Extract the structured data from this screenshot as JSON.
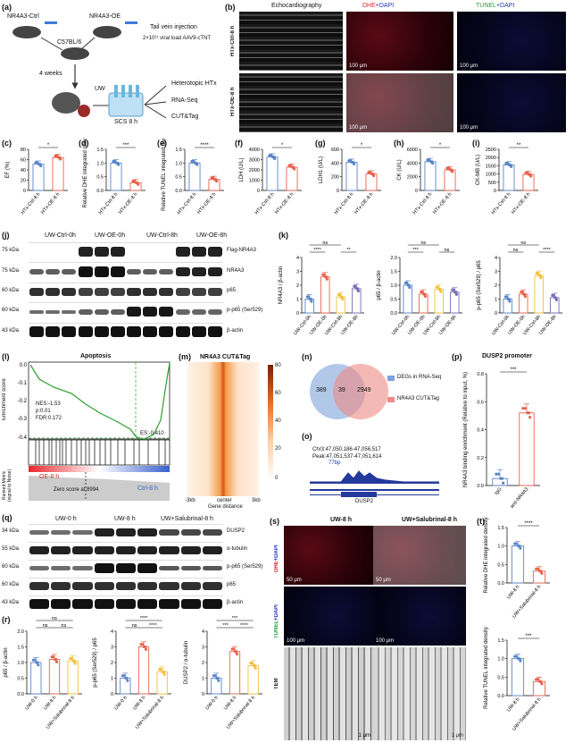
{
  "panel_labels": {
    "a": "(a)",
    "b": "(b)",
    "c": "(c)",
    "d": "(d)",
    "e": "(e)",
    "f": "(f)",
    "g": "(g)",
    "h": "(h)",
    "i": "(i)",
    "j": "(j)",
    "k": "(k)",
    "l": "(l)",
    "m": "(m)",
    "n": "(n)",
    "o": "(o)",
    "p": "(p)",
    "q": "(q)",
    "r": "(r)",
    "s": "(s)",
    "t": "(t)"
  },
  "panel_a": {
    "mouse1": "NR4A3-Ctrl",
    "mouse2": "NR4A3-OE",
    "strain": "C57BL/6",
    "injection": "Tail vein injection",
    "viral": "2×10¹¹ viral load AAV9-cTNT",
    "weeks": "4 weeks",
    "uw": "UW",
    "scs": "SCS 8 h",
    "out1": "Heterotopic HTx",
    "out2": "RNA-Seq",
    "out3": "CUT&Tag"
  },
  "panel_b": {
    "col1": "Echocardiography",
    "col2_a": "DHE",
    "col2_b": "+DAPI",
    "col3_a": "TUNEL",
    "col3_b": "+DAPI",
    "row1": "HTx-Ctrl-8 h",
    "row2": "HTx-OE-8 h",
    "scale": "100 μm"
  },
  "colors": {
    "ctrl": "#5b86c8",
    "oe": "#e8624f",
    "yellow": "#f2c13a",
    "purple": "#7b6bb5",
    "dhe": "#d9252b",
    "tunel": "#1f9e3a",
    "dapi": "#2232b8"
  },
  "chart_data": [
    {
      "id": "c",
      "type": "bar",
      "ylabel": "EF (%)",
      "ylim": [
        0,
        80
      ],
      "yticks": [
        "0",
        "20",
        "40",
        "60",
        "80"
      ],
      "categories": [
        "HTx-Ctrl-8 h",
        "HTx-OE-8 h"
      ],
      "values": [
        51,
        64
      ],
      "sig": "*"
    },
    {
      "id": "d",
      "type": "bar",
      "ylabel": "Relative DHE integrated density",
      "ylim": [
        0,
        1.5
      ],
      "yticks": [
        "0.0",
        "0.5",
        "1.0",
        "1.5"
      ],
      "categories": [
        "HTx-Ctrl-8 h",
        "HTx-OE-8 h"
      ],
      "values": [
        1.0,
        0.28
      ],
      "sig": "***"
    },
    {
      "id": "e",
      "type": "bar",
      "ylabel": "Relative TUNEL integrated density",
      "ylim": [
        0,
        1.5
      ],
      "yticks": [
        "0.0",
        "0.5",
        "1.0",
        "1.5"
      ],
      "categories": [
        "HTx-Ctrl-8 h",
        "HTx-OE-8 h"
      ],
      "values": [
        1.0,
        0.4
      ],
      "sig": "****"
    },
    {
      "id": "f",
      "type": "bar",
      "ylabel": "LDH (U/L)",
      "ylim": [
        0,
        4000
      ],
      "yticks": [
        "0",
        "1000",
        "2000",
        "3000",
        "4000"
      ],
      "categories": [
        "HTx-Ctrl-8 h",
        "HTx-OE-8 h"
      ],
      "values": [
        3250,
        2250
      ],
      "sig": "*"
    },
    {
      "id": "g",
      "type": "bar",
      "ylabel": "LDH1 (U/L)",
      "ylim": [
        0,
        600
      ],
      "yticks": [
        "0",
        "200",
        "400",
        "600"
      ],
      "categories": [
        "HTx-Ctrl-8 h",
        "HTx-OE-8 h"
      ],
      "values": [
        410,
        240
      ],
      "sig": "*"
    },
    {
      "id": "h",
      "type": "bar",
      "ylabel": "CK (U/L)",
      "ylim": [
        0,
        6000
      ],
      "yticks": [
        "0",
        "2000",
        "4000",
        "6000"
      ],
      "categories": [
        "HTx-Ctrl-8 h",
        "HTx-OE-8 h"
      ],
      "values": [
        4200,
        3000
      ],
      "sig": "*"
    },
    {
      "id": "i",
      "type": "bar",
      "ylabel": "CK-MB (U/L)",
      "ylim": [
        0,
        2500
      ],
      "yticks": [
        "0",
        "500",
        "1000",
        "1500",
        "2000",
        "2500"
      ],
      "categories": [
        "HTx-Ctrl-8 h",
        "HTx-OE-8 h"
      ],
      "values": [
        1550,
        970
      ],
      "sig": "**"
    },
    {
      "id": "k1",
      "type": "bar",
      "ylabel": "NR4A3 / β-actin",
      "ylim": [
        0,
        4
      ],
      "yticks": [
        "0",
        "1",
        "2",
        "3",
        "4"
      ],
      "categories": [
        "UW-Ctrl-0h",
        "UW-OE-0h",
        "UW-Ctrl-8h",
        "UW-OE-8h"
      ],
      "values": [
        1.0,
        2.6,
        1.15,
        1.75
      ]
    },
    {
      "id": "k2",
      "type": "bar",
      "ylabel": "p65 / β-actin",
      "ylim": [
        0,
        2.0
      ],
      "yticks": [
        "0.0",
        "0.5",
        "1.0",
        "1.5",
        "2.0"
      ],
      "categories": [
        "UW-Ctrl-0h",
        "UW-OE-0h",
        "UW-Ctrl-8h",
        "UW-OE-8h"
      ],
      "values": [
        1.0,
        0.68,
        0.85,
        0.75
      ]
    },
    {
      "id": "k3",
      "type": "bar",
      "ylabel": "p-p65 (Ser529) / p65",
      "ylim": [
        0,
        4
      ],
      "yticks": [
        "0",
        "1",
        "2",
        "3",
        "4"
      ],
      "categories": [
        "UW-Ctrl-0h",
        "UW-OE-0h",
        "UW-Ctrl-8h",
        "UW-OE-8h"
      ],
      "values": [
        1.0,
        1.35,
        2.7,
        1.1
      ]
    },
    {
      "id": "p",
      "type": "bar",
      "ylabel": "NR4A3 binding enrichment (Relative to input, %)",
      "ylim": [
        0,
        0.8
      ],
      "yticks": [
        "0.0",
        "0.2",
        "0.4",
        "0.6",
        "0.8"
      ],
      "categories": [
        "IgG",
        "anti-NR4A3"
      ],
      "values": [
        0.05,
        0.52
      ],
      "sig": "***"
    },
    {
      "id": "r1",
      "type": "bar",
      "ylabel": "p65 / β-actin",
      "ylim": [
        0,
        2.0
      ],
      "yticks": [
        "0.0",
        "0.5",
        "1.0",
        "1.5",
        "2.0"
      ],
      "categories": [
        "UW-0 h",
        "UW-8 h",
        "UW+Salubrinal-8 h"
      ],
      "values": [
        1.0,
        1.1,
        1.05
      ]
    },
    {
      "id": "r2",
      "type": "bar",
      "ylabel": "p-p65 (Ser529) / p65",
      "ylim": [
        0,
        4
      ],
      "yticks": [
        "0",
        "1",
        "2",
        "3",
        "4"
      ],
      "categories": [
        "UW-0 h",
        "UW-8 h",
        "UW+Salubrinal-8 h"
      ],
      "values": [
        1.0,
        3.0,
        1.4
      ]
    },
    {
      "id": "r3",
      "type": "bar",
      "ylabel": "DUSP2 / α-tubulin",
      "ylim": [
        0,
        4
      ],
      "yticks": [
        "0",
        "1",
        "2",
        "3",
        "4"
      ],
      "categories": [
        "UW-0 h",
        "UW-8 h",
        "UW+Salubrinal-8 h"
      ],
      "values": [
        1.0,
        2.7,
        1.8
      ]
    },
    {
      "id": "t1",
      "type": "bar",
      "ylabel": "Relative DHE integrated density",
      "ylim": [
        0,
        1.5
      ],
      "yticks": [
        "0.0",
        "0.5",
        "1.0",
        "1.5"
      ],
      "categories": [
        "UW-8 h",
        "UW+Salubrinal-8 h"
      ],
      "values": [
        1.0,
        0.32
      ],
      "sig": "****"
    },
    {
      "id": "t2",
      "type": "bar",
      "ylabel": "Relative TUNEL integrated density",
      "ylim": [
        0,
        1.5
      ],
      "yticks": [
        "0.0",
        "0.5",
        "1.0",
        "1.5"
      ],
      "categories": [
        "UW-8 h",
        "UW+Salubrinal-8 h"
      ],
      "values": [
        1.0,
        0.38
      ],
      "sig": "***"
    }
  ],
  "k_sigs": {
    "k1": [
      "ns",
      "****",
      "**"
    ],
    "k2": [
      "ns",
      "***",
      "ns"
    ],
    "k3": [
      "ns",
      "ns",
      "****"
    ]
  },
  "r_sigs": {
    "r1": [
      "ns",
      "ns",
      "ns"
    ],
    "r2": [
      "ns",
      "****",
      "****"
    ],
    "r3": [
      "***",
      "****",
      "***"
    ]
  },
  "panel_j": {
    "groups": [
      "UW-Ctrl-0h",
      "UW-OE-0h",
      "UW-Ctrl-8h",
      "UW-OE-8h"
    ],
    "rows": [
      {
        "kda": "75 kDa",
        "label": "Flag-NR4A3"
      },
      {
        "kda": "75 kDa",
        "label": "NR4A3"
      },
      {
        "kda": "60 kDa",
        "label": "p65"
      },
      {
        "kda": "60 kDa",
        "label": "p-p65 (Ser529)"
      },
      {
        "kda": "43 kDa",
        "label": "β-actin"
      }
    ]
  },
  "panel_l": {
    "title": "Apoptosis",
    "ylabel": "Enrichment score",
    "stats": [
      "NES:-1.53",
      "p:0.01",
      "FDR:0.172"
    ],
    "es": "ES:-0.410",
    "left": "OE-8 h",
    "right": "Ctrl-8 h",
    "zero": "Zero score at 8994",
    "ylabel2": "Ranked Metric (signal to Noise)",
    "yticks": [
      "0.0",
      "-0.1",
      "-0.2",
      "-0.3",
      "-0.4"
    ]
  },
  "panel_m": {
    "title": "NR4A3 CUT&Tag",
    "x_left": "-3kb",
    "x_mid": "center",
    "x_right": "3kb",
    "xlabel": "Gene distance",
    "scale": [
      "80",
      "60",
      "40",
      "20",
      "0"
    ]
  },
  "panel_n": {
    "left": "389",
    "mid": "39",
    "right": "2949",
    "legend1": "DEGs in RNA-Seq",
    "legend2": "NR4A3 CUT&Tag"
  },
  "panel_o": {
    "line1": "Chr3:47,050,186-47,056,517",
    "line2": "Peak:47,051,537-47,051,614",
    "bp": "77bp",
    "gene": "DUSP2"
  },
  "panel_p": {
    "title": "DUSP2 promoter"
  },
  "panel_q": {
    "groups": [
      "UW-0 h",
      "UW-8 h",
      "UW+Salubrinal-8 h"
    ],
    "rows": [
      {
        "kda": "34 kDa",
        "label": "DUSP2"
      },
      {
        "kda": "55 kDa",
        "label": "α-tubulin"
      },
      {
        "kda": "60 kDa",
        "label": "p-p65 (Ser529)"
      },
      {
        "kda": "60 kDa",
        "label": "p65"
      },
      {
        "kda": "43 kDa",
        "label": "β-actin"
      }
    ]
  },
  "panel_s": {
    "col1": "UW-8 h",
    "col2": "UW+Salubrinal-8 h",
    "row1_a": "DHE",
    "row1_b": "+DAPI",
    "row2_a": "TUNEL",
    "row2_b": "+DAPI",
    "row3": "TEM",
    "scale1": "50 μm",
    "scale2": "100 μm",
    "scale3": "1 μm"
  }
}
